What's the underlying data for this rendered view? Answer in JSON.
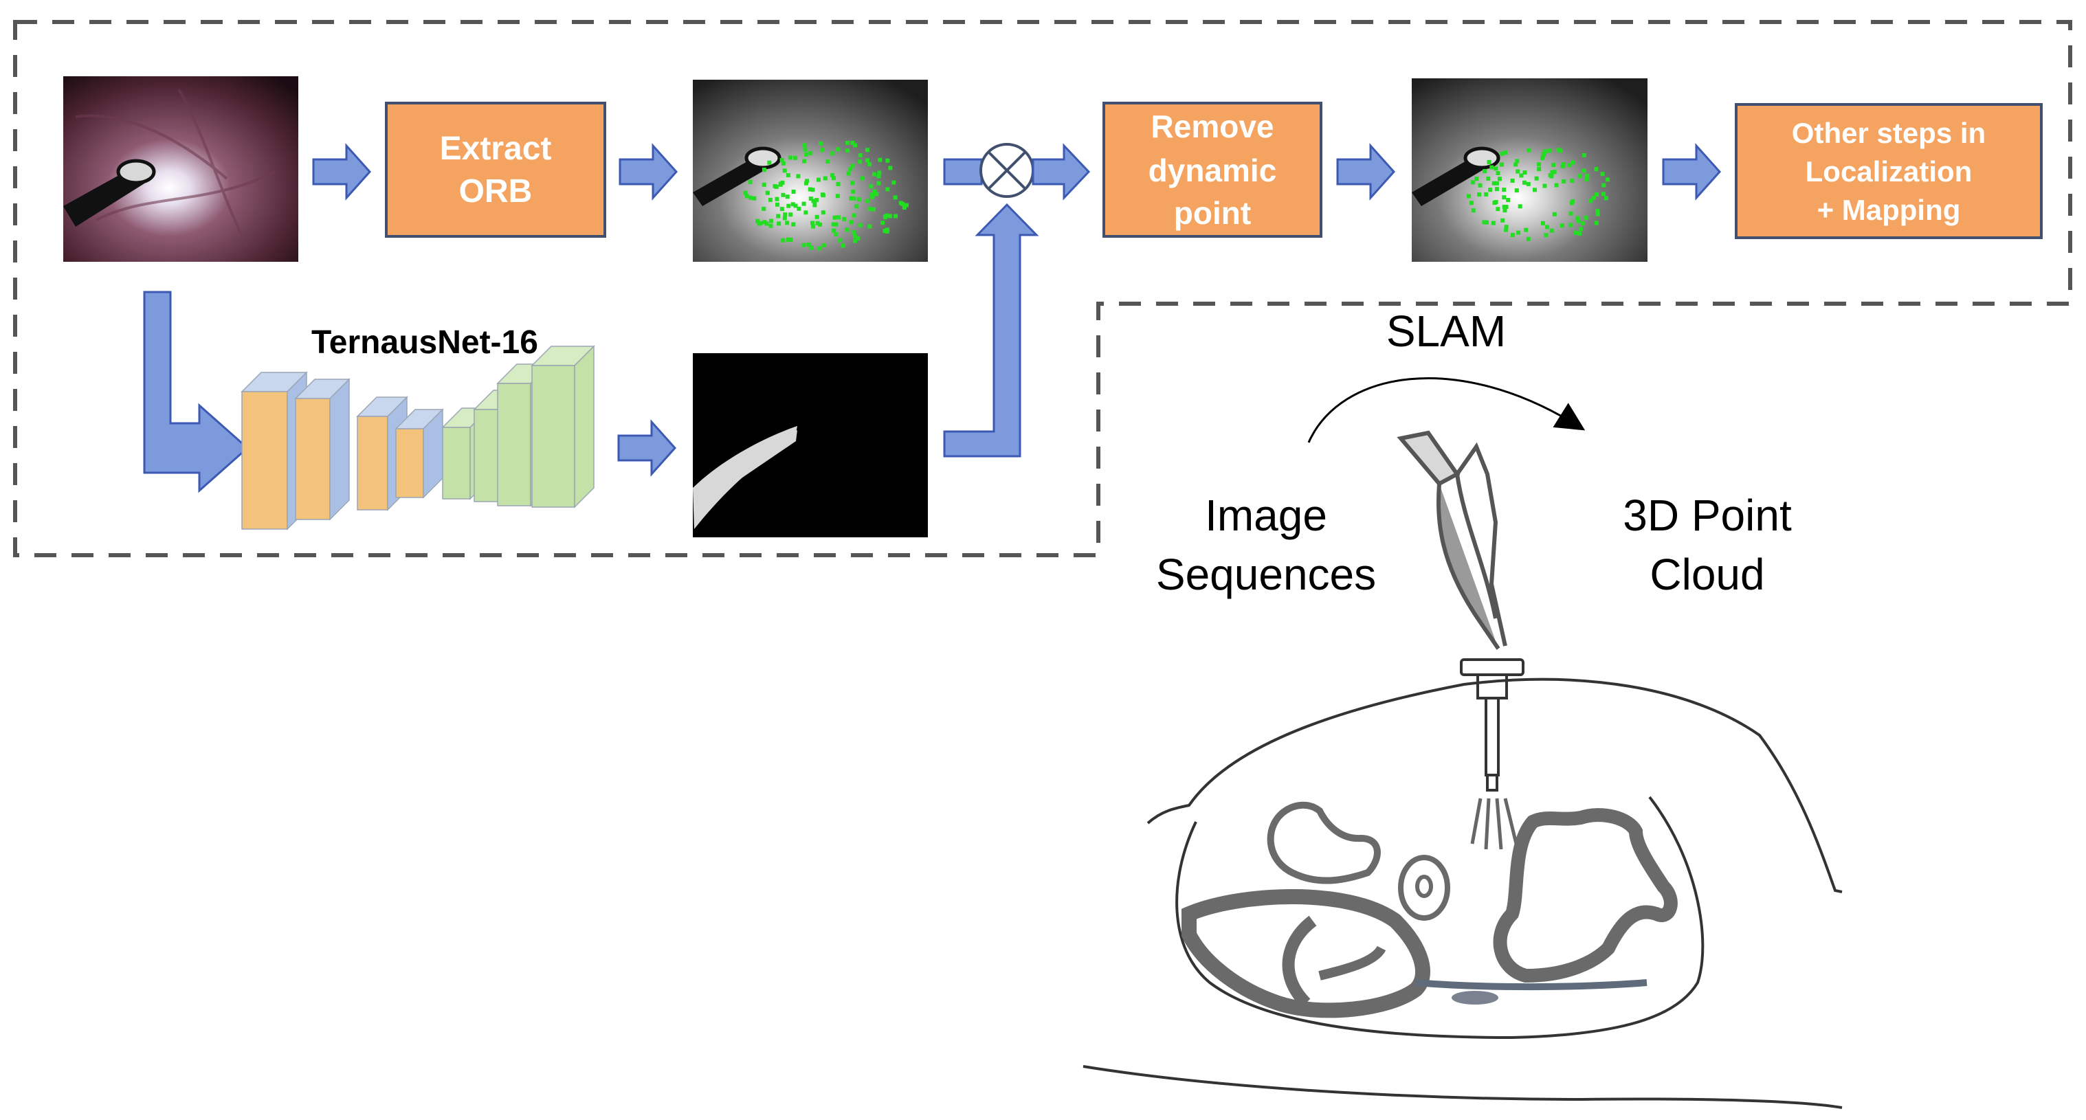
{
  "pipeline": {
    "extract_orb": [
      "Extract",
      "ORB"
    ],
    "remove_dynamic": [
      "Remove",
      "dynamic",
      "point"
    ],
    "other_steps": [
      "Other steps in",
      "Localization",
      "+ Mapping"
    ],
    "network_label": "TernausNet-16"
  },
  "slam": {
    "title": "SLAM",
    "input_label": [
      "Image",
      "Sequences"
    ],
    "output_label": [
      "3D Point",
      "Cloud"
    ]
  },
  "colors": {
    "box_fill": "#f4a460",
    "box_stroke": "#41506e",
    "arrow_fill": "#7d9bdc",
    "arrow_stroke": "#3c5ab4",
    "dash_border": "#555555",
    "encoder_blue": "#a9bfe3",
    "decoder_green": "#c4e1a8",
    "block_orange": "#f4c37b",
    "feature_green": "#22dd22",
    "anatomy_stroke": "#666666"
  }
}
